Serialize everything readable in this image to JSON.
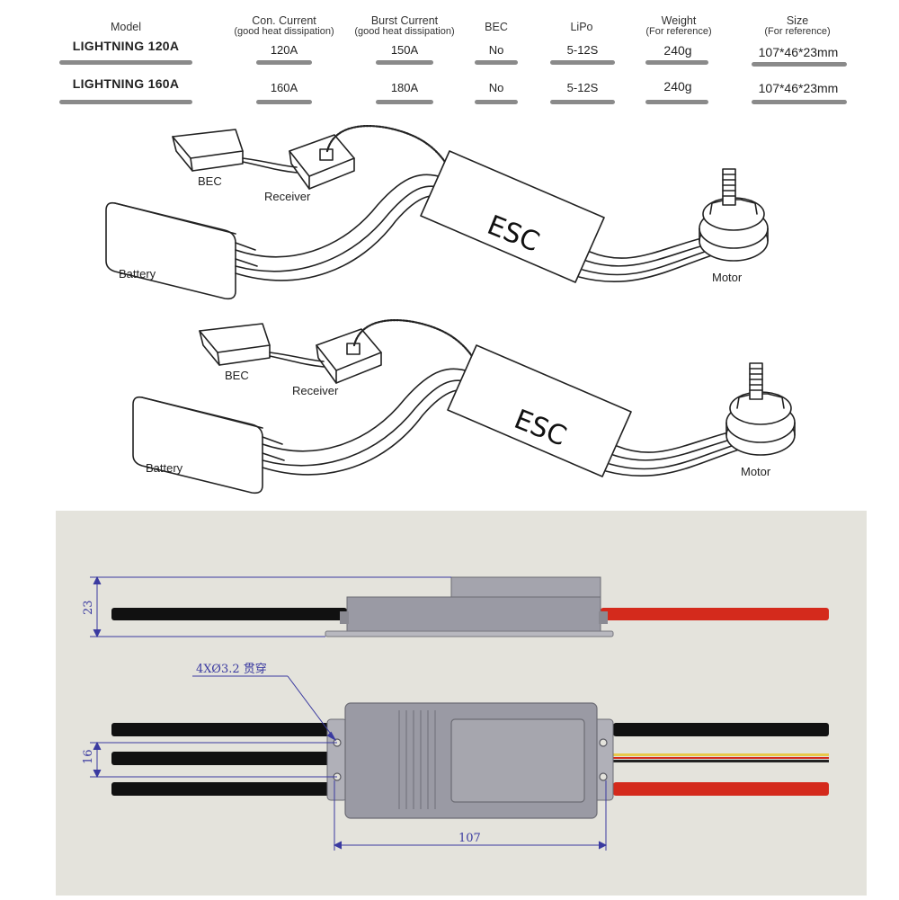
{
  "table": {
    "headers": {
      "model": "Model",
      "con_current": "Con. Current",
      "con_current_note": "(good heat dissipation)",
      "burst_current": "Burst Current",
      "burst_current_note": "(good heat dissipation)",
      "bec": "BEC",
      "lipo": "LiPo",
      "weight": "Weight",
      "weight_note": "(For reference)",
      "size": "Size",
      "size_note": "(For reference)"
    },
    "rows": [
      {
        "model": "LIGHTNING 120A",
        "con": "120A",
        "burst": "150A",
        "bec": "No",
        "lipo": "5-12S",
        "weight": "240g",
        "size": "107*46*23mm"
      },
      {
        "model": "LIGHTNING 160A",
        "con": "160A",
        "burst": "180A",
        "bec": "No",
        "lipo": "5-12S",
        "weight": "240g",
        "size": "107*46*23mm"
      }
    ]
  },
  "diagrams": [
    {
      "bec": "BEC",
      "receiver": "Receiver",
      "battery": "Battery",
      "esc": "ESC",
      "motor": "Motor"
    },
    {
      "bec": "BEC",
      "receiver": "Receiver",
      "battery": "Battery",
      "esc": "ESC",
      "motor": "Motor"
    }
  ],
  "drawing": {
    "height_dim": "23",
    "width_dim": "107",
    "wire_spacing_dim": "16",
    "hole_note": "4XØ3.2 贯穿",
    "colors": {
      "background": "#e4e3dc",
      "body": "#9a9aa4",
      "black_wire": "#111111",
      "red_wire": "#d42a1c",
      "yellow_wire": "#e8c84a",
      "dim_line": "#3a3aa0"
    }
  }
}
